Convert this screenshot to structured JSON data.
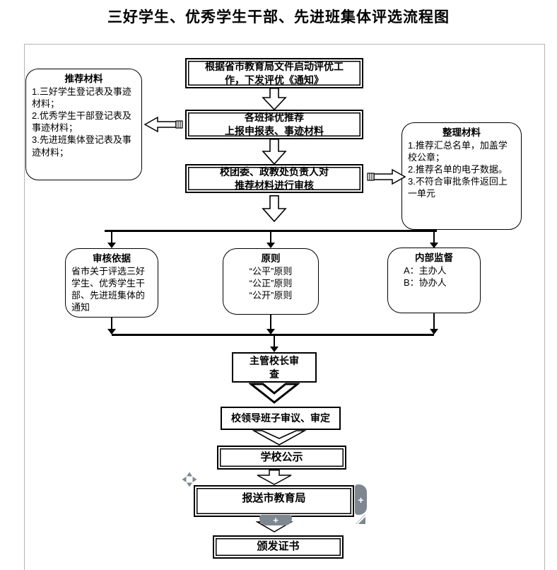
{
  "title": "三好学生、优秀学生干部、先进班集体评选流程图",
  "flow": {
    "start": "根据省市教育局文件启动评优工\n作，下发评优《通知》",
    "class_recommend": "各班择优推荐\n上报申报表、事迹材料",
    "review": "校团委、政教处负责人对\n推荐材料进行审核",
    "principal_review": "主管校长审\n查",
    "leaders_review": "校领导班子审议、审定",
    "publicity": "学校公示",
    "submit": "报送市教育局",
    "certificate": "颁发证书"
  },
  "recommend_note": {
    "title": "推荐材料",
    "items": [
      "1.三好学生登记表及事迹材料；",
      "2.优秀学生干部登记表及事迹材料；",
      "3.先进班集体登记表及事迹材料；"
    ]
  },
  "organize_note": {
    "title": "整理材料",
    "items": [
      "1.推荐汇总名单，加盖学校公章；",
      "2.推荐名单的电子数据。",
      "3.不符合审批条件返回上一单元"
    ]
  },
  "basis_note": {
    "title": "审核依据",
    "body": "省市关于评选三好学生、优秀学生干部、先进班集体的通知"
  },
  "principle_note": {
    "title": "原则",
    "items": [
      "“公平”原则",
      "“公正”原则",
      "“公开”原则"
    ]
  },
  "supervision_note": {
    "title": "内部监督",
    "items": [
      "A：主办人",
      "B：协办人"
    ]
  },
  "handles": {
    "add_label": "+"
  },
  "colors": {
    "ink": "#000000",
    "handle_gray": "#7e8790"
  }
}
